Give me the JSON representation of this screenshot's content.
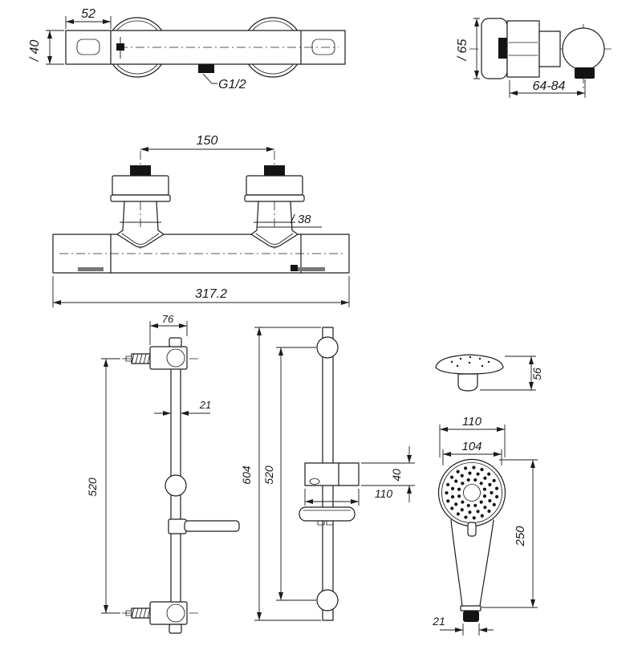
{
  "meta": {
    "drawing_type": "shower-set-dimension-drawing",
    "background_color": "#ffffff",
    "line_color": "#1c1c1c",
    "dark_fill_color": "#141414"
  },
  "views": {
    "valve_top": {
      "dim_width": "52",
      "dim_height": "/ 40",
      "thread_label": "G1/2"
    },
    "valve_side": {
      "dim_diameter": "/ 65",
      "dim_depth": "64-84"
    },
    "valve_front": {
      "dim_centers": "150",
      "dim_cone": "/ 38",
      "dim_total": "317.2"
    },
    "rail_side": {
      "dim_bracket": "76",
      "dim_rail": "21",
      "dim_span": "520"
    },
    "rail_front": {
      "dim_total": "604",
      "dim_span": "520",
      "dim_holder_height": "40",
      "dim_holder_width": "110"
    },
    "head_side": {
      "dim_height": "56"
    },
    "head_front": {
      "dim_outer": "110",
      "dim_face": "104",
      "dim_length": "250",
      "dim_grip": "21"
    }
  }
}
